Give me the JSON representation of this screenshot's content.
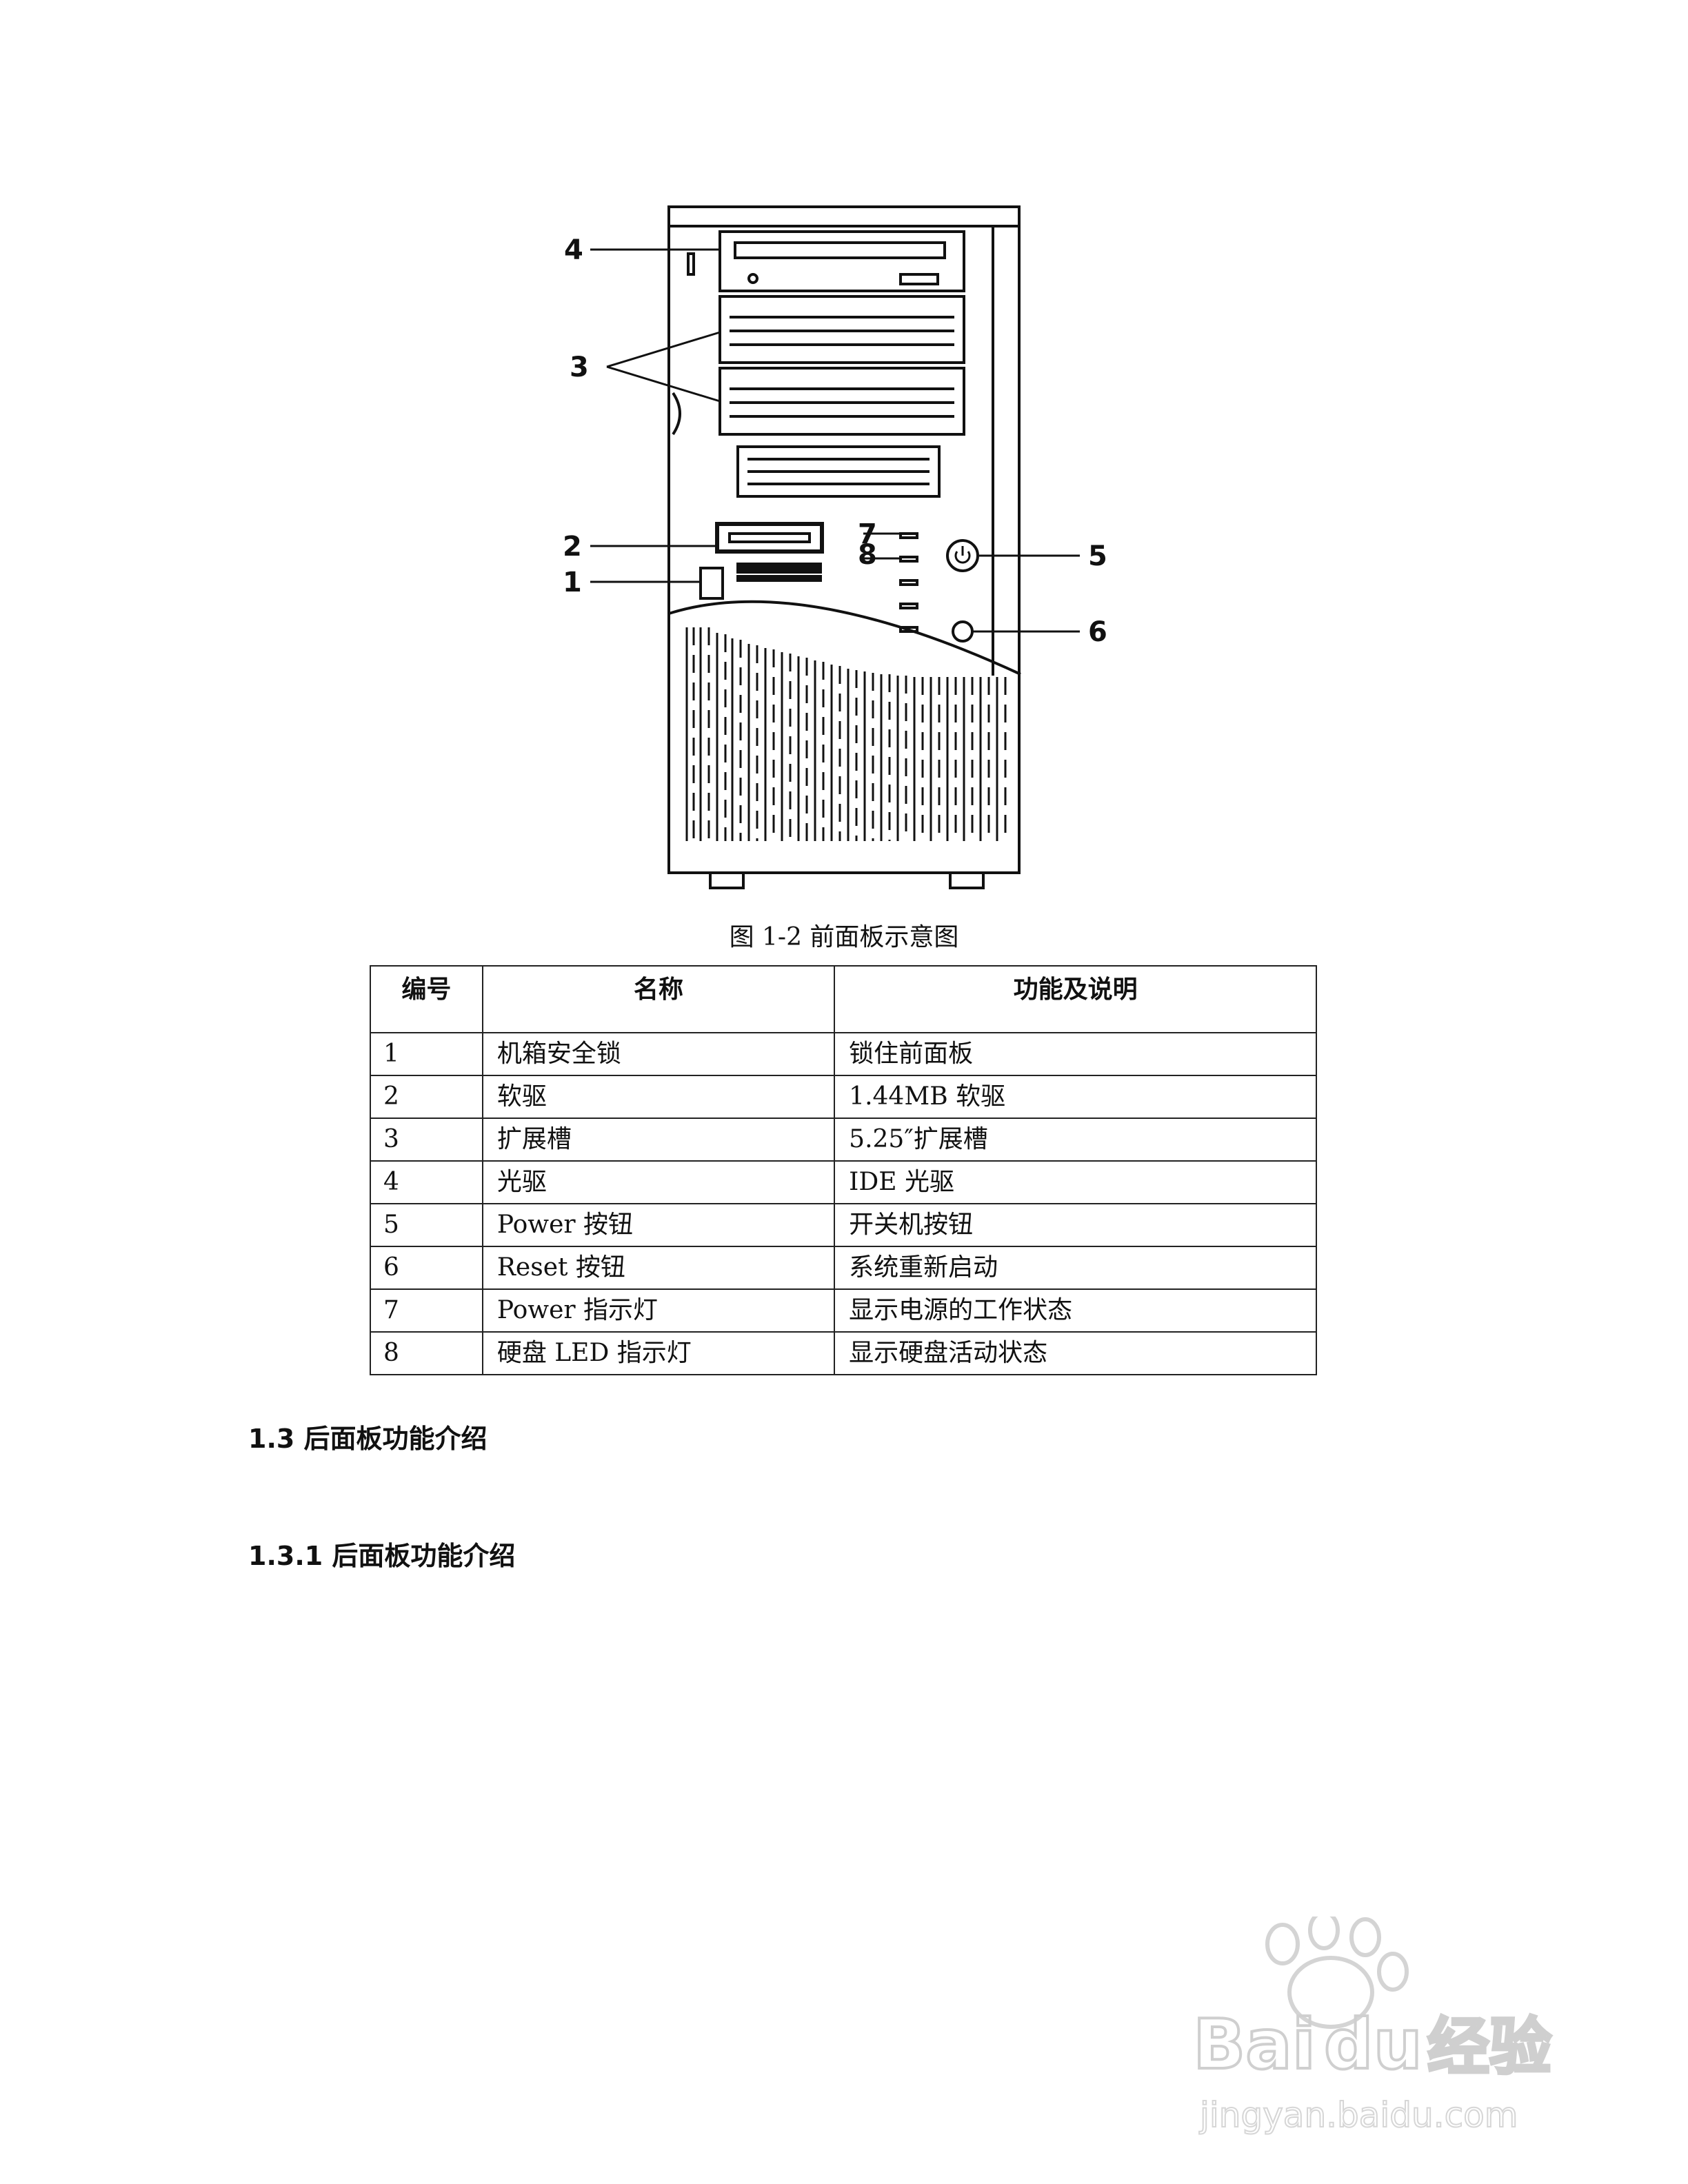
{
  "figure": {
    "callouts": [
      "1",
      "2",
      "3",
      "4",
      "5",
      "6",
      "7",
      "8"
    ],
    "caption": "图 1-2 前面板示意图"
  },
  "table": {
    "headers": [
      "编号",
      "名称",
      "功能及说明"
    ],
    "rows": [
      [
        "1",
        "机箱安全锁",
        "锁住前面板"
      ],
      [
        "2",
        "软驱",
        "1.44MB 软驱"
      ],
      [
        "3",
        "扩展槽",
        "5.25″扩展槽"
      ],
      [
        "4",
        "光驱",
        "IDE 光驱"
      ],
      [
        "5",
        "Power 按钮",
        "开关机按钮"
      ],
      [
        "6",
        "Reset 按钮",
        "系统重新启动"
      ],
      [
        "7",
        "Power 指示灯",
        "显示电源的工作状态"
      ],
      [
        "8",
        "硬盘 LED 指示灯",
        "显示硬盘活动状态"
      ]
    ]
  },
  "sections": {
    "h1": "1.3  后面板功能介绍",
    "h2": "1.3.1 后面板功能介绍"
  },
  "watermark": {
    "brand": "Baidu",
    "product": "经验",
    "url": "jingyan.baidu.com"
  }
}
